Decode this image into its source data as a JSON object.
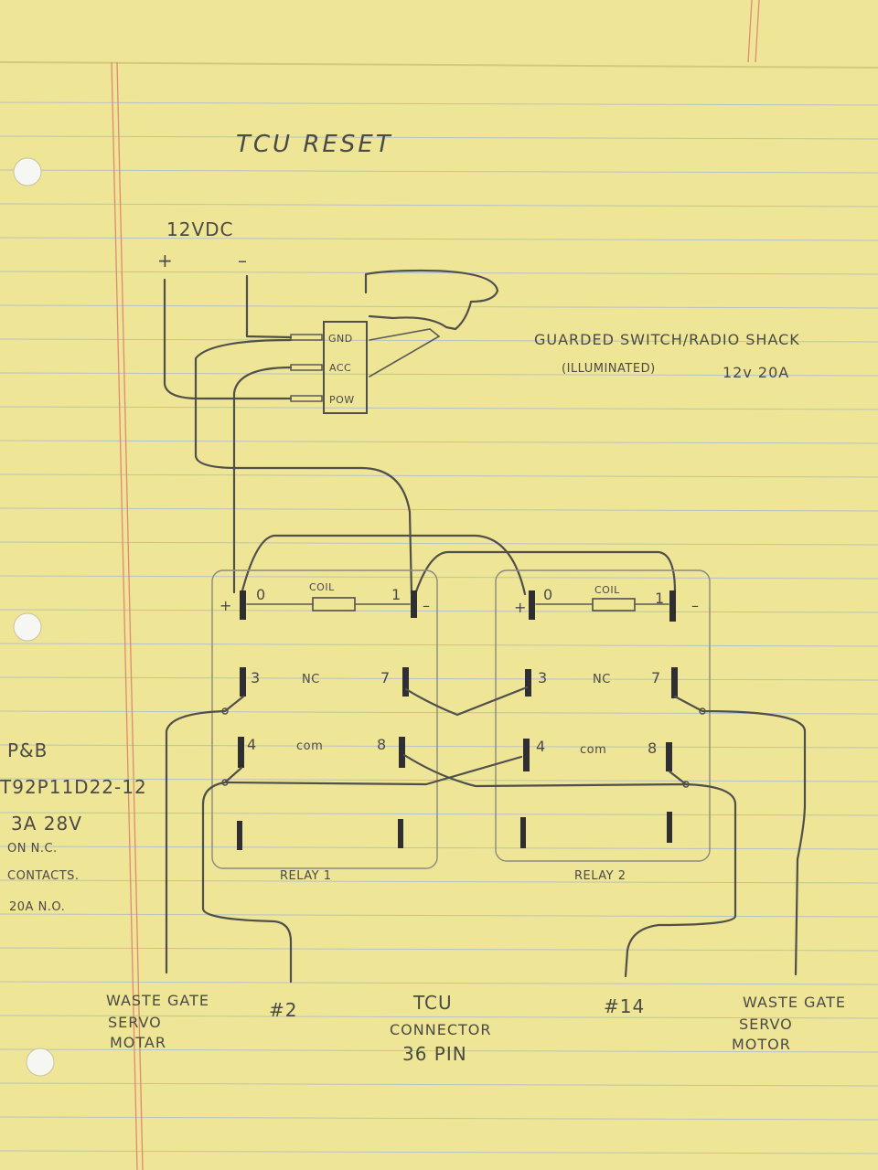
{
  "title": "TCU RESET",
  "power": {
    "label": "12VDC",
    "plus": "+",
    "minus": "–"
  },
  "switch": {
    "terminals": [
      "GND",
      "ACC",
      "POW"
    ],
    "note_line1": "GUARDED SWITCH/RADIO SHACK",
    "note_line2": "(ILLUMINATED)",
    "rating": "12v 20A"
  },
  "relay_spec": [
    "P&B",
    "T92P11D22-12",
    "3A 28V",
    "ON N.C.",
    "CONTACTS.",
    "20A N.O."
  ],
  "relays": [
    {
      "name": "RELAY 1",
      "coil_label": "COIL",
      "pins": {
        "p0": "0",
        "p1": "1",
        "p3": "3",
        "p7": "7",
        "p4": "4",
        "p8": "8"
      },
      "plus": "+",
      "minus": "–",
      "nc": "NC",
      "com": "com"
    },
    {
      "name": "RELAY 2",
      "coil_label": "COIL",
      "pins": {
        "p0": "0",
        "p1": "1",
        "p3": "3",
        "p7": "7",
        "p4": "4",
        "p8": "8"
      },
      "plus": "+",
      "minus": "–",
      "nc": "NC",
      "com": "com"
    }
  ],
  "bottom_labels": {
    "servo_left": [
      "WASTE GATE",
      "SERVO",
      "MOTAR"
    ],
    "pin2": "#2",
    "tcu": [
      "TCU",
      "CONNECTOR",
      "36 PIN"
    ],
    "pin14": "#14",
    "servo_right": [
      "WASTE GATE",
      "SERVO",
      "MOTOR"
    ]
  },
  "colors": {
    "paper": "#efe597",
    "ink": "#4f4f4b",
    "rule": "#b6c2c4",
    "margin": "#e08a72"
  }
}
